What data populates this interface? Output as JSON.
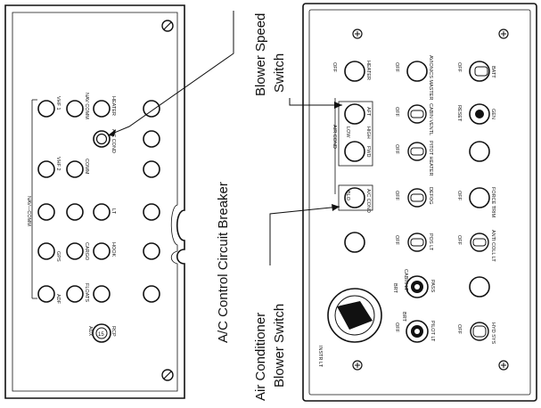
{
  "callouts": {
    "ac_breaker": "A/C Control Circuit Breaker",
    "blower_speed_line1": "Blower Speed",
    "blower_speed_line2": "Switch",
    "ac_blower_line1": "Air Conditioner",
    "ac_blower_line2": "Blower Switch"
  },
  "left_panel": {
    "group_label": "NAV—COMM",
    "vhf1": "VHF 1",
    "vhf2": "VHF 2",
    "comm": "COMM",
    "nav_comm": "NAV COMM",
    "heater": "HEATER",
    "ac_cond": "A/C COND",
    "adf": "ADF",
    "gps": "GPS",
    "floats": "FLOATS",
    "cargo": "CARGO",
    "hook": "HOOK",
    "lt": "LT",
    "aux": "AUX",
    "rcp": "RCP",
    "rcp_value": "15"
  },
  "right_panel": {
    "off": "OFF",
    "heater": "HEATER",
    "avionics_master": "AVIONICS MASTER",
    "batt": "BATT",
    "air_cond": "AIR COND",
    "low": "LOW",
    "high": "HIGH",
    "aft": "AFT",
    "fwd": "FWD",
    "cabin_ventilation": "CABIN VENTL",
    "reset": "RESET",
    "gen": "GEN",
    "pitot_heater": "PITOT HEATER",
    "blo": "BLO",
    "ac_cond": "A/C COND",
    "defog": "DEFOG",
    "force_trim": "FORCE TRIM",
    "pos_lt": "POS LT",
    "anti_coll_lt": "ANTI COLL LT",
    "instr_lt": "INSTR LT",
    "brt": "BRT",
    "cabin_lt": "CABIN LT",
    "pass": "PASS",
    "pilot_lt": "PILOT LT",
    "hyd_sys": "HYD SYS"
  }
}
